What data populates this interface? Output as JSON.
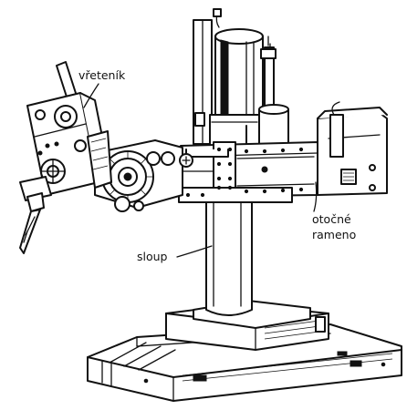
{
  "figure": {
    "labels": {
      "spindle_head": "vřeteník",
      "column": "sloup",
      "arm_line1": "otočné",
      "arm_line2": "rameno"
    }
  }
}
